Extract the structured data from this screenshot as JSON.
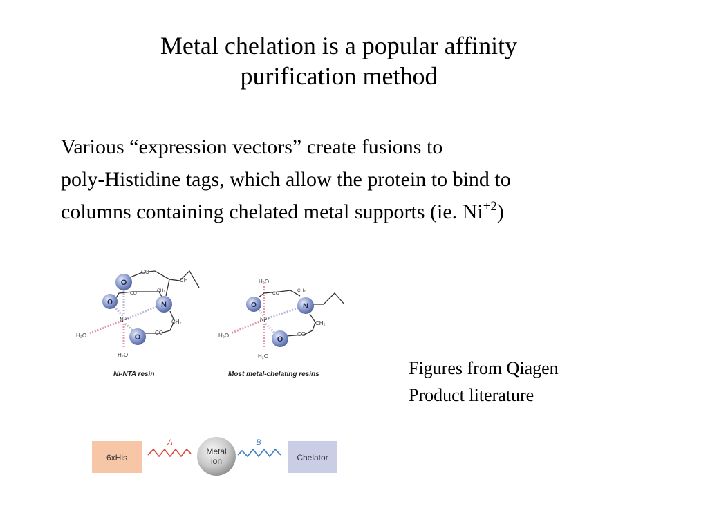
{
  "slide": {
    "title_lines": [
      "Metal chelation is a popular affinity",
      "purification method"
    ],
    "body_lines": [
      "Various “expression vectors” create fusions to",
      "poly-Histidine tags, which allow the protein to bind to"
    ],
    "body_line3_main": "columns containing chelated metal supports (ie. Ni",
    "body_line3_sup": "+2",
    "body_line3_tail": ")",
    "credit_lines": [
      "Figures from Qiagen",
      "Product literature"
    ]
  },
  "figures": {
    "left": {
      "caption": "Ni-NTA resin",
      "metal": "Ni²⁺",
      "atom_o": "O",
      "atom_n": "N",
      "co": "CO",
      "ch": "CH",
      "ch2": "CH₂",
      "h2o": "H₂O"
    },
    "right": {
      "caption": "Most metal-chelating resins",
      "metal": "Ni²⁺",
      "atom_o": "O",
      "atom_n": "N",
      "co": "CO",
      "ch2": "CH₂",
      "h2o": "H₂O"
    }
  },
  "scheme": {
    "tag_label": "6xHis",
    "linker_a": "A",
    "metal_line1": "Metal",
    "metal_line2": "ion",
    "linker_b": "B",
    "chelator_label": "Chelator",
    "colors": {
      "tag_fill": "#f6c6a7",
      "chelator_fill": "#c9cde6",
      "linker_a": "#d7463b",
      "linker_b": "#3f7fc0",
      "atom": "#7c8ec4"
    }
  }
}
